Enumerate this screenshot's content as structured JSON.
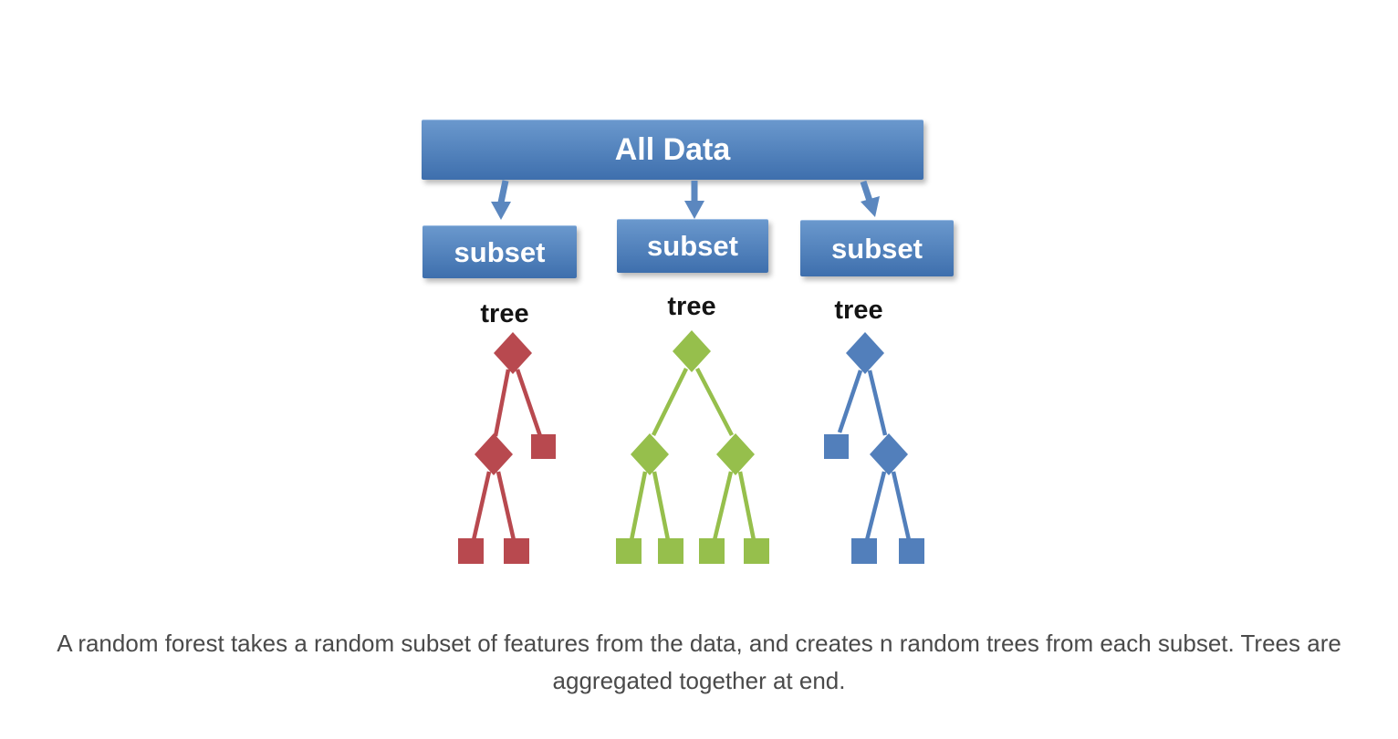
{
  "diagram": {
    "all_data_label": "All Data",
    "subsets": [
      {
        "label": "subset",
        "tree_label": "tree",
        "tree_color_name": "red"
      },
      {
        "label": "subset",
        "tree_label": "tree",
        "tree_color_name": "green"
      },
      {
        "label": "subset",
        "tree_label": "tree",
        "tree_color_name": "blue"
      }
    ],
    "colors": {
      "box_blue_top": "#6a98cd",
      "box_blue_bottom": "#3e6fad",
      "arrow_blue": "#5b87bf",
      "tree_red": "#b8494f",
      "tree_green": "#96bf4c",
      "tree_blue": "#527fbb",
      "caption_gray": "#4a4a4a"
    }
  },
  "caption": {
    "line1": "A random forest takes a random subset of features from the data, and creates n random trees from each subset. Trees are",
    "line2": "aggregated together at end."
  }
}
